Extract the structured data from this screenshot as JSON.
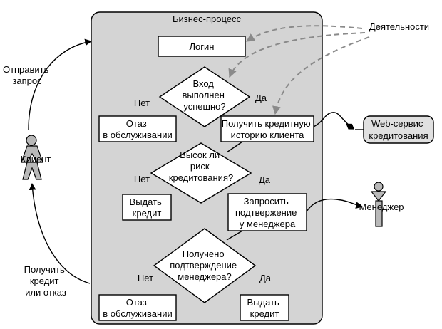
{
  "process": {
    "title": "Бизнес-процесс",
    "login": "Логин",
    "decision1": [
      "Вход",
      "выполнен",
      "успешно?"
    ],
    "no1": "Нет",
    "yes1": "Да",
    "reject1": [
      "Отаз",
      "в обслуживании"
    ],
    "get_history": [
      "Получить кредитную",
      "историю клиента"
    ],
    "decision2": [
      "Высок ли",
      "риск",
      "кредитования?"
    ],
    "no2": "Нет",
    "yes2": "Да",
    "give_credit1": [
      "Выдать",
      "кредит"
    ],
    "ask_manager": [
      "Запросить",
      "подтвержение",
      "у менеджера"
    ],
    "decision3": [
      "Получено",
      "подтверждение",
      "менеджера?"
    ],
    "no3": "Нет",
    "yes3": "Да",
    "reject2": [
      "Отаз",
      "в обслуживании"
    ],
    "give_credit2": [
      "Выдать",
      "кредит"
    ]
  },
  "activities_label": "Деятельности",
  "web_service": [
    "Web-сервис",
    "кредитования"
  ],
  "manager_label": "Менеджер",
  "client_label": "Клиент",
  "send_request": [
    "Отправить",
    "запрос"
  ],
  "get_credit": [
    "Получить",
    "кредит",
    "или отказ"
  ],
  "colors": {
    "panel": "#d4d4d4",
    "service": "#e0e0e0",
    "actor": "#b8b8b8",
    "dashed": "#8a8a8a"
  }
}
